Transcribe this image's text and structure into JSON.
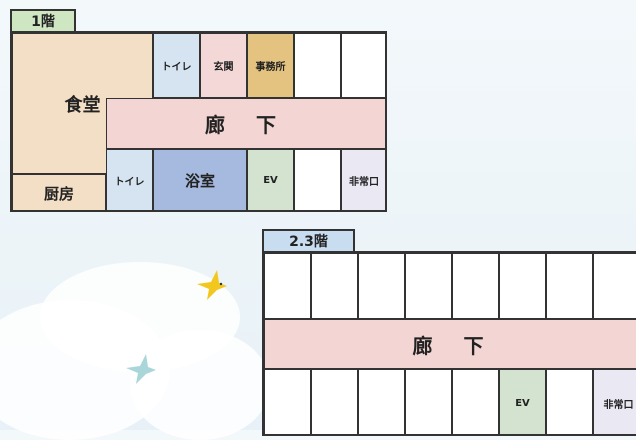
{
  "floor1": {
    "tab": "1階",
    "rooms": {
      "dining": "食堂",
      "kitchen": "厨房",
      "toilet_top": "トイレ",
      "genkan": "玄関",
      "office": "事務所",
      "corridor": "廊 下",
      "toilet_bottom": "トイレ",
      "bath": "浴室",
      "ev": "EV",
      "exit": "非常口"
    }
  },
  "floor23": {
    "tab": "2.3階",
    "rooms": {
      "corridor": "廊 下",
      "ev": "EV",
      "exit": "非常口"
    }
  },
  "colors": {
    "kitchen": "#f3dfc6",
    "toilet": "#d6e4f2",
    "genkan": "#f4d7d7",
    "office": "#e3c37f",
    "corridor": "#f3d6d4",
    "bath": "#a6b9df",
    "ev": "#d3e3cf",
    "exit": "#eae8f2",
    "tab1": "#cfe6c2",
    "tab23": "#c8ddf0",
    "bird_yellow": "#f2c81e",
    "bird_teal": "#a9d6d8"
  }
}
